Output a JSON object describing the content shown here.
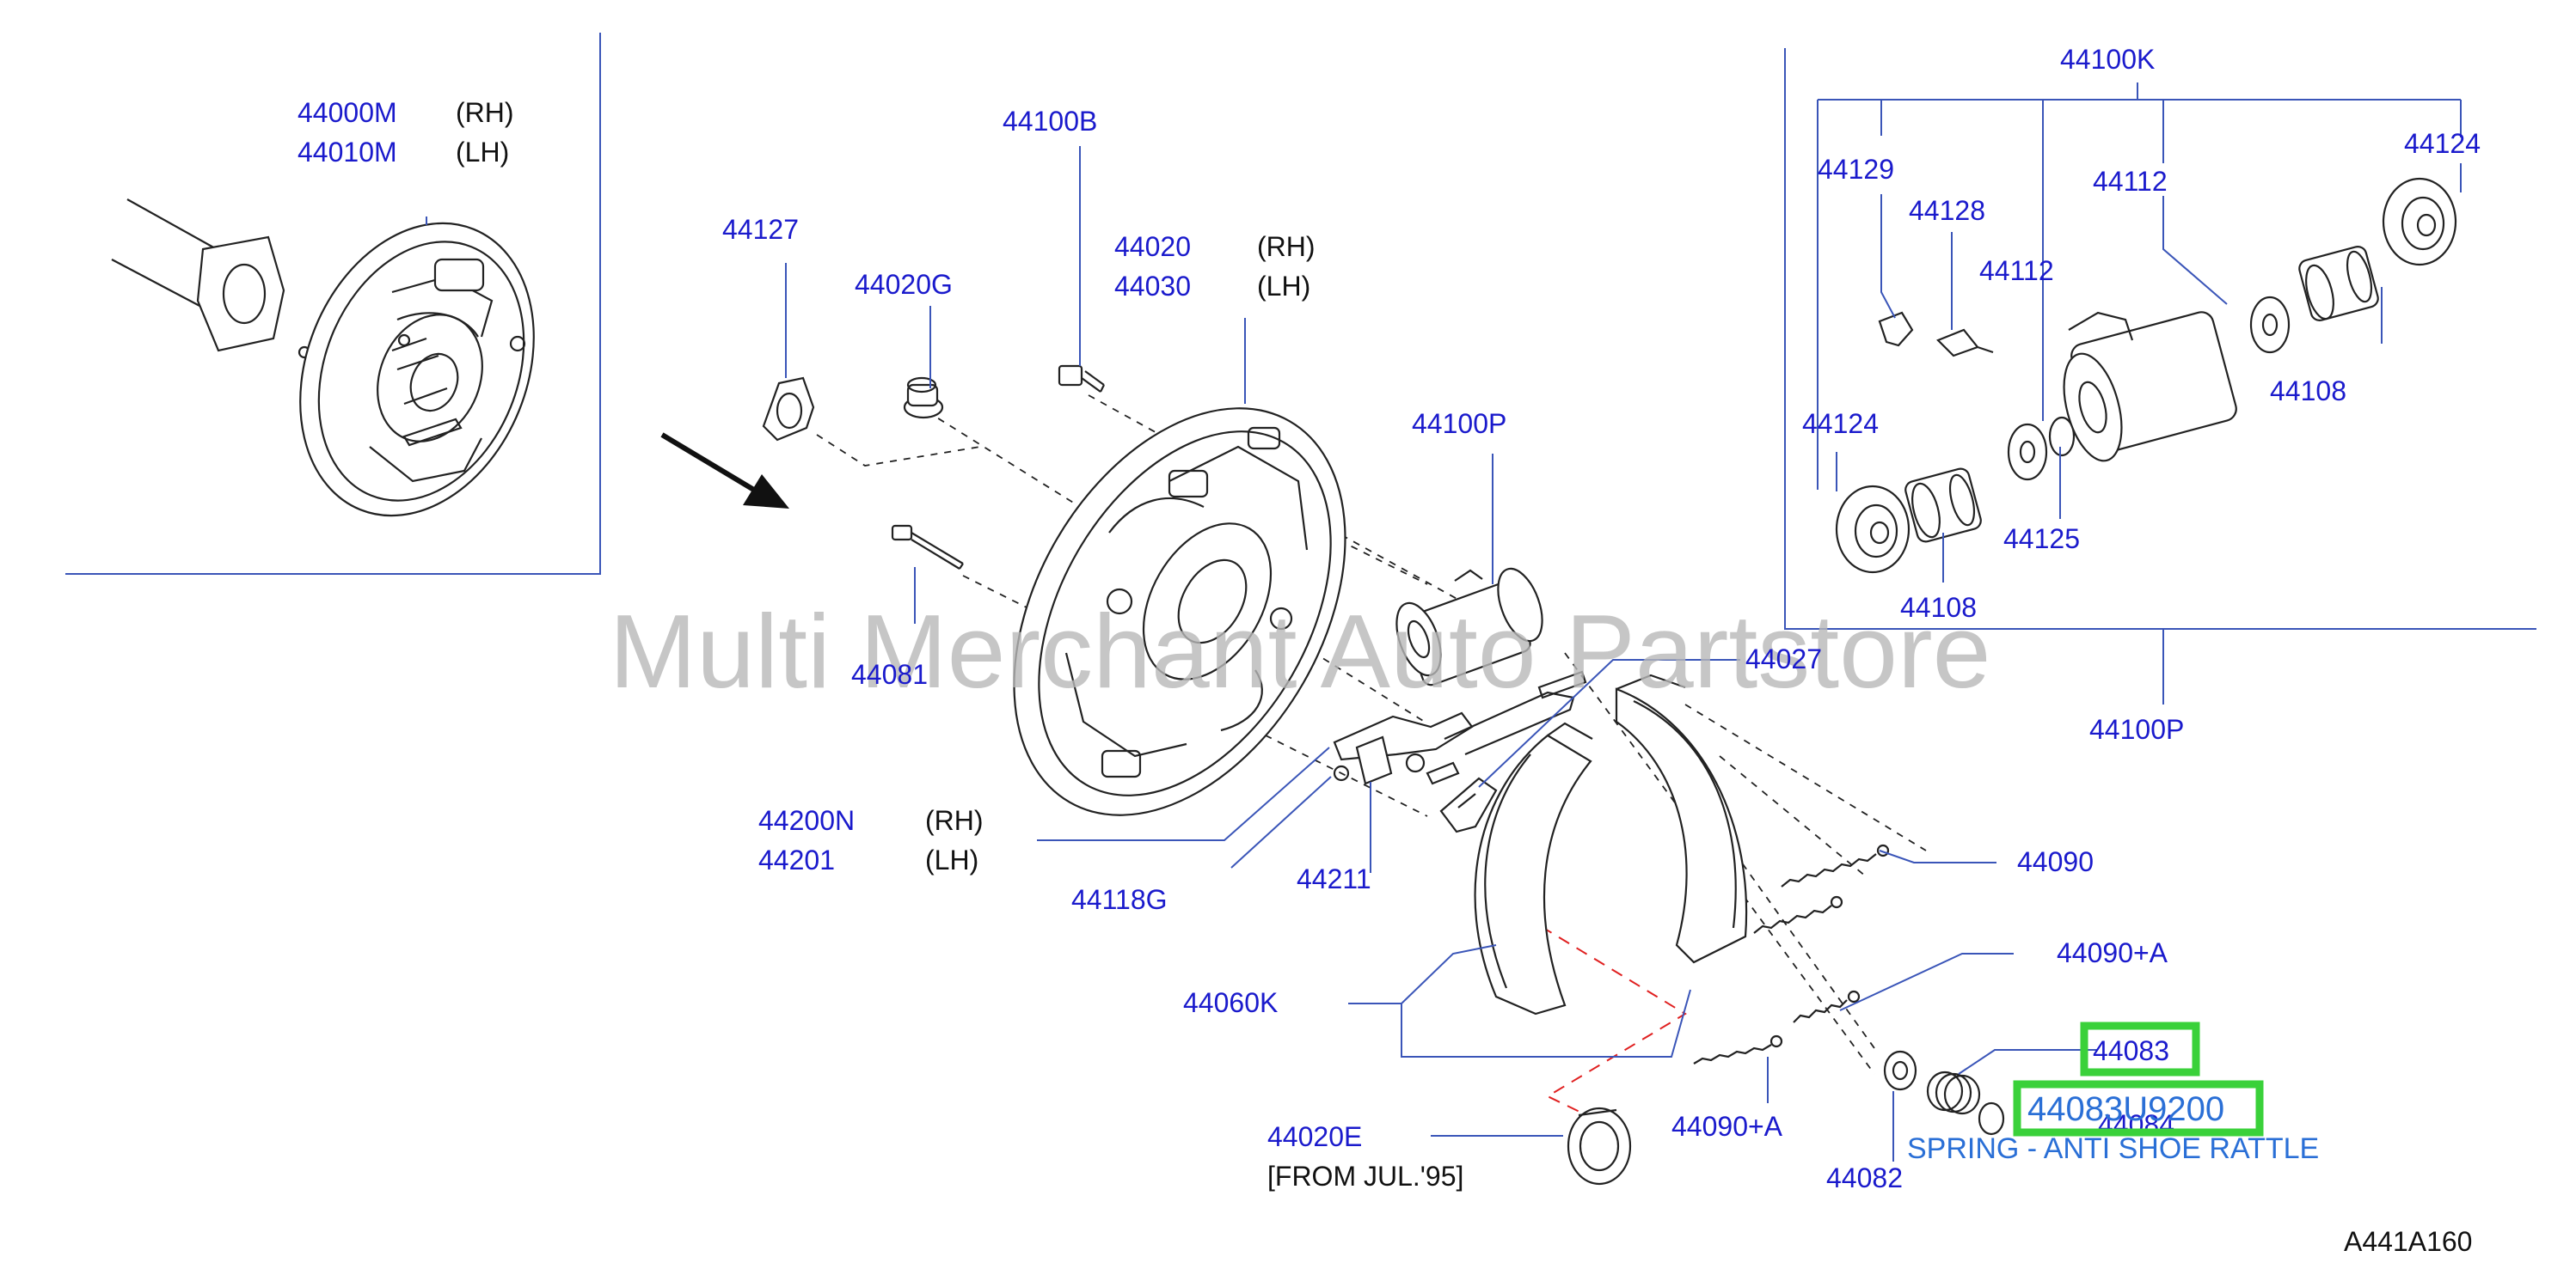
{
  "watermark": "Multi Merchant Auto Partstore",
  "diagram_code": "A441A160",
  "labels": {
    "p44000M": "44000M",
    "p44010M": "44010M",
    "rh1": "(RH)",
    "lh1": "(LH)",
    "p44100B": "44100B",
    "p44127": "44127",
    "p44020G": "44020G",
    "p44020": "44020",
    "p44030": "44030",
    "rh2": "(RH)",
    "lh2": "(LH)",
    "p44100P": "44100P",
    "p44081": "44081",
    "p44027": "44027",
    "p44200N": "44200N",
    "p44201": "44201",
    "rh3": "(RH)",
    "lh3": "(LH)",
    "p44118G": "44118G",
    "p44211": "44211",
    "p44090": "44090",
    "p44090A1": "44090+A",
    "p44060K": "44060K",
    "p44083": "44083",
    "p44084": "44084",
    "p44090A2": "44090+A",
    "p44020E": "44020E",
    "from_note": "[FROM  JUL.'95]",
    "p44082": "44082",
    "p44100K": "44100K",
    "p44129": "44129",
    "p44128": "44128",
    "p44112a": "44112",
    "p44112b": "44112",
    "p44124a": "44124",
    "p44124b": "44124",
    "p44108a": "44108",
    "p44108b": "44108",
    "p44125": "44125",
    "p44100P_inset": "44100P"
  },
  "highlight": {
    "part_number": "44083U9200",
    "description": "SPRING - ANTI SHOE RATTLE"
  },
  "colors": {
    "label_blue": "#1a1acc",
    "highlight_green": "#3ad13a",
    "highlight_text": "#2a6fd6",
    "leader_lines": "#3a55b8",
    "guide_red": "#e02020"
  }
}
